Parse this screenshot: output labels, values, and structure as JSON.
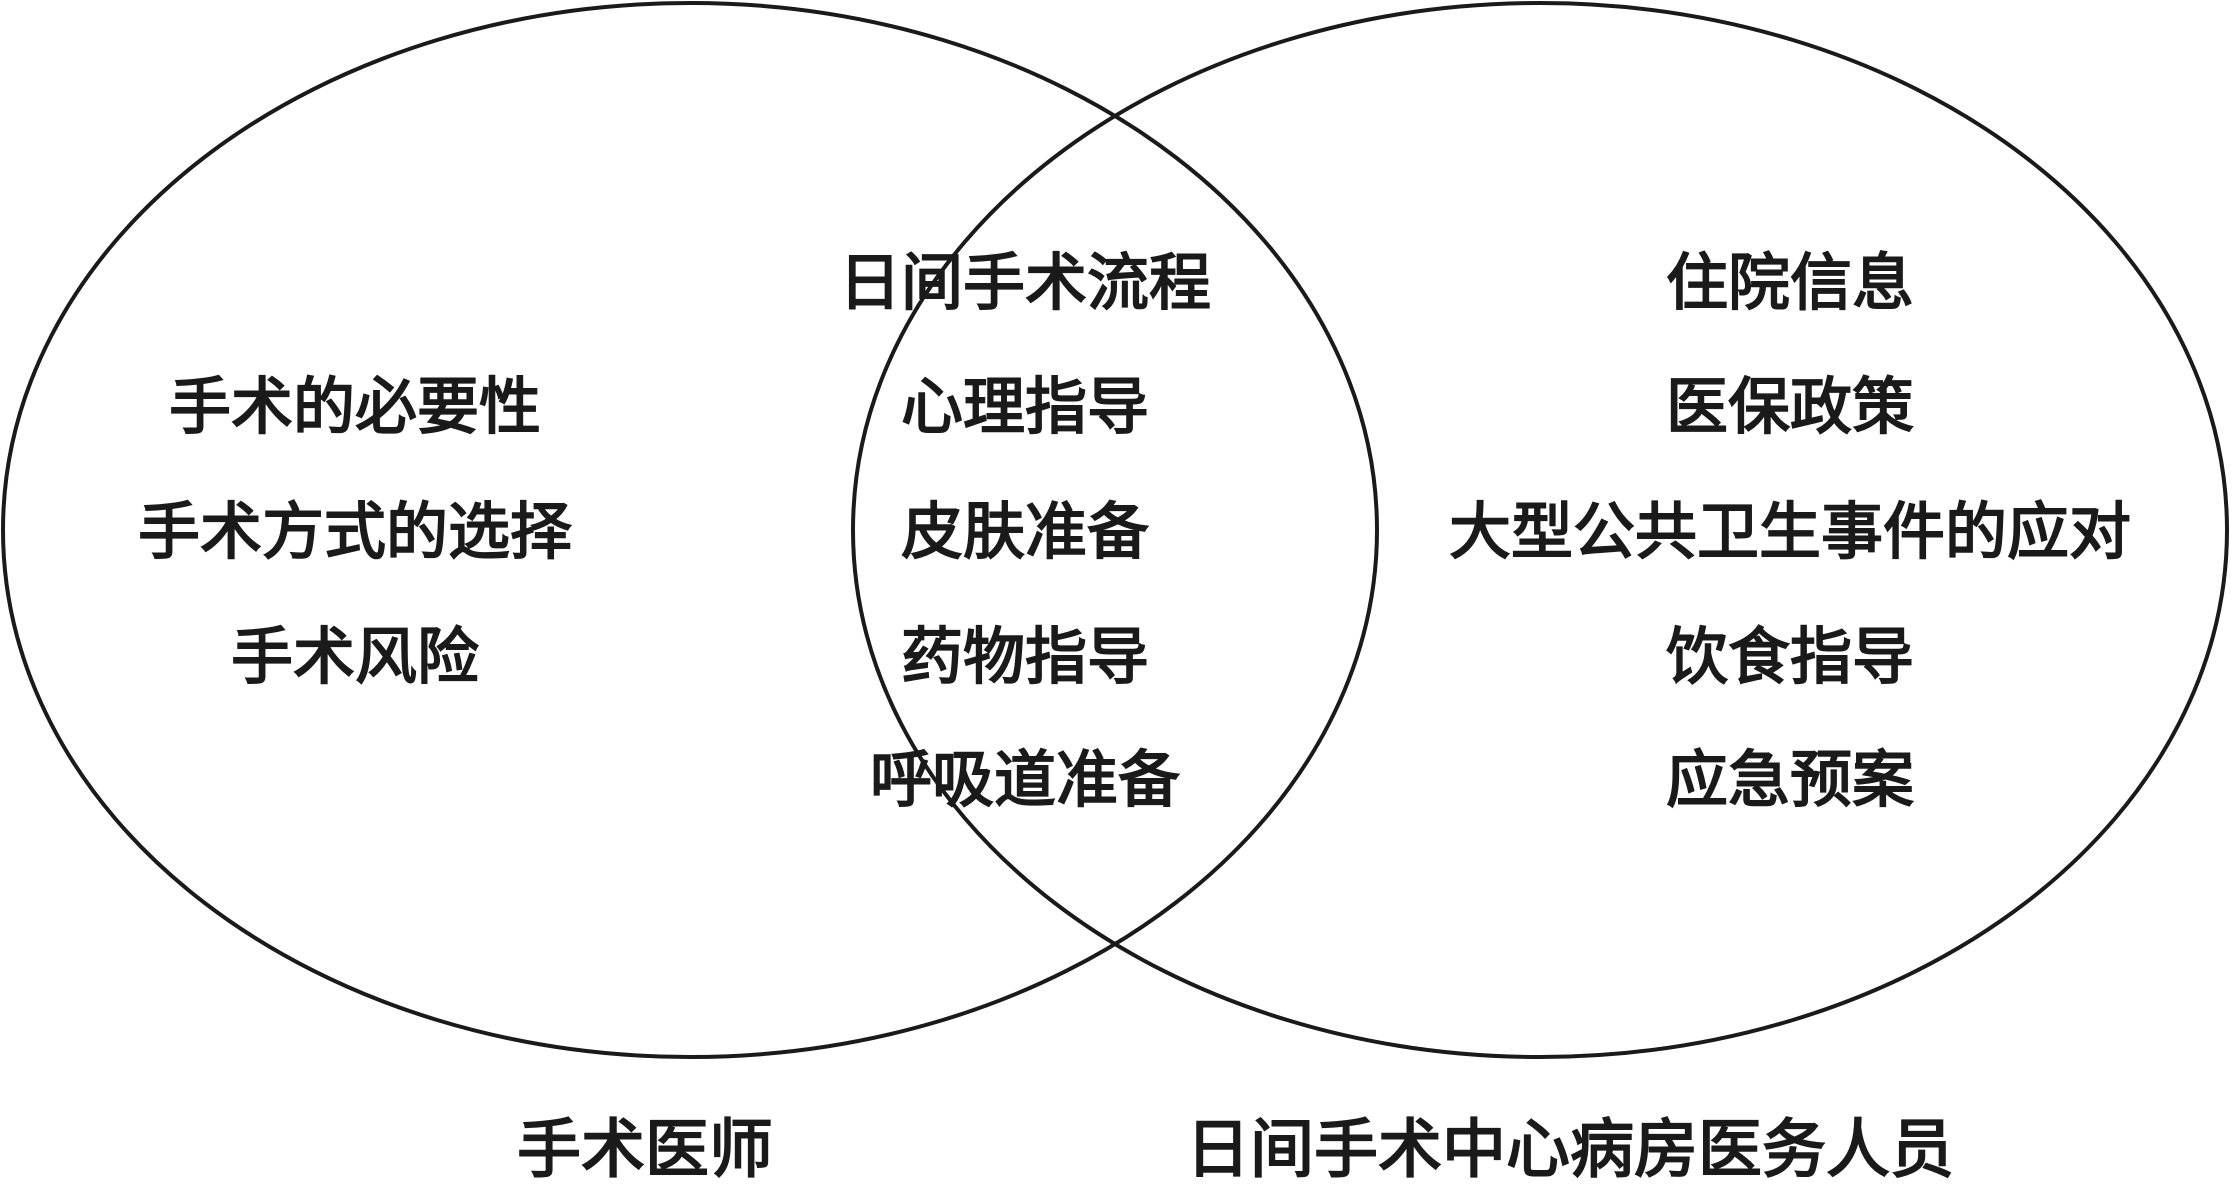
{
  "sets": {
    "left": {
      "label": "手术医师",
      "items": [
        "手术的必要性",
        "手术方式的选择",
        "手术风险"
      ]
    },
    "right": {
      "label": "日间手术中心病房医务人员",
      "items": [
        "住院信息",
        "医保政策",
        "大型公共卫生事件的应对",
        "饮食指导",
        "应急预案"
      ]
    },
    "shared": {
      "items": [
        "日间手术流程",
        "心理指导",
        "皮肤准备",
        "药物指导",
        "呼吸道准备"
      ]
    }
  },
  "colors": {
    "stroke": "#1a1a1a",
    "text": "#1a1a1a",
    "background": "#ffffff"
  }
}
